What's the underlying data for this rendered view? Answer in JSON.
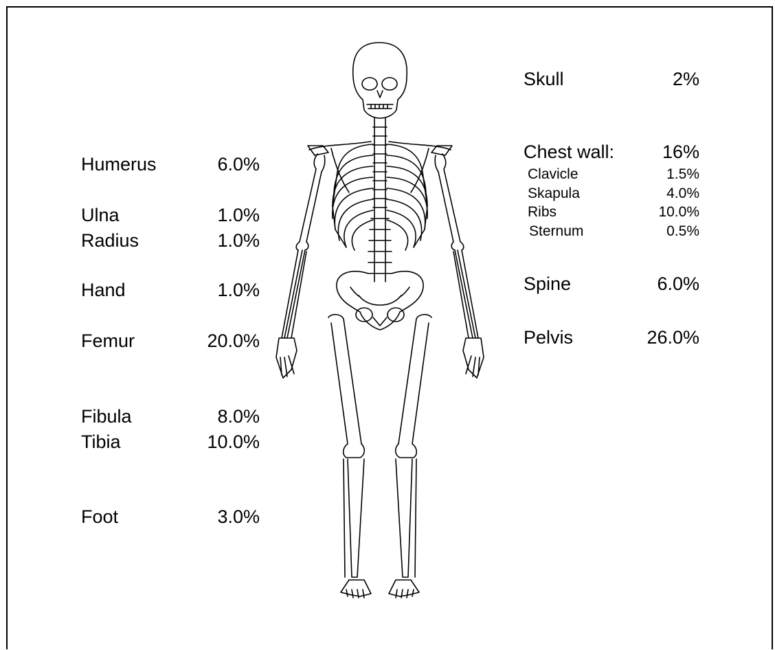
{
  "left_column": [
    {
      "name": "Humerus",
      "value": "6.0%"
    },
    {
      "name": "Ulna",
      "value": "1.0%"
    },
    {
      "name": "Radius",
      "value": "1.0%"
    },
    {
      "name": "Hand",
      "value": "1.0%"
    },
    {
      "name": "Femur",
      "value": "20.0%"
    },
    {
      "name": "Fibula",
      "value": "8.0%"
    },
    {
      "name": "Tibia",
      "value": "10.0%"
    },
    {
      "name": "Foot",
      "value": "3.0%"
    }
  ],
  "right_column": {
    "skull": {
      "name": "Skull",
      "value": "2%"
    },
    "chest_wall": {
      "name": "Chest wall:",
      "value": "16%"
    },
    "chest_parts": [
      {
        "name": "Clavicle",
        "value": "1.5%"
      },
      {
        "name": "Skapula",
        "value": "4.0%"
      },
      {
        "name": "Ribs",
        "value": "10.0%"
      },
      {
        "name": "Sternum",
        "value": "0.5%"
      }
    ],
    "spine": {
      "name": "Spine",
      "value": "6.0%"
    },
    "pelvis": {
      "name": "Pelvis",
      "value": "26.0%"
    }
  }
}
